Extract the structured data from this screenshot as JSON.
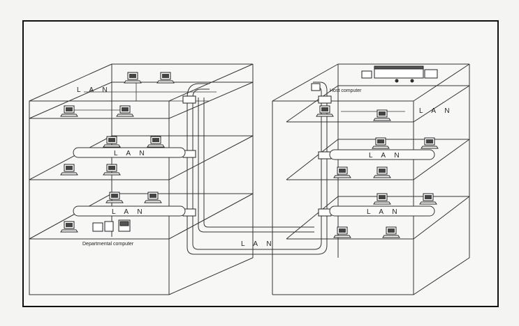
{
  "labels": {
    "lan_left_top": "L A N",
    "lan_left_mid": "L A N",
    "lan_left_low": "L A N",
    "lan_right_top": "L A N",
    "lan_right_mid": "L A N",
    "lan_right_low": "L A N",
    "lan_backbone": "L A N",
    "host_computer": "Host computer",
    "departmental_computer": "Departmental computer"
  },
  "icons": {
    "workstation": "desktop-computer-icon",
    "host": "mainframe-icon",
    "departmental": "minicomputer-icon"
  }
}
